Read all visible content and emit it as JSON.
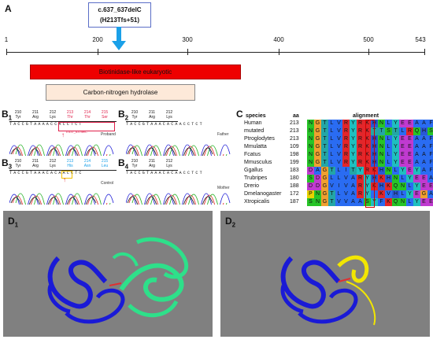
{
  "panels": {
    "a": "A",
    "b1": "B",
    "b1_sub": "1",
    "b2": "B",
    "b2_sub": "2",
    "b3": "B",
    "b3_sub": "3",
    "b4": "B",
    "b4_sub": "4",
    "c": "C",
    "d1": "D",
    "d1_sub": "1",
    "d2": "D",
    "d2_sub": "2"
  },
  "axis": {
    "ticks": [
      "1",
      "200",
      "300",
      "400",
      "500",
      "543"
    ]
  },
  "mutation": {
    "line1": "c.637_637delC",
    "line2": "(H213Tfs+51)"
  },
  "domains": {
    "biotinidase": "Biotinidase-like eukaryotic",
    "carbon_nitrogen": "Carbon-nitrogen hydrolase"
  },
  "colors": {
    "arrow": "#1aa0e8",
    "domain1": "#ee0000",
    "domain2": "#fde9d9",
    "protein_bg": "#808080",
    "protein_blue": "#1a1ad6",
    "protein_green": "#2ee08a",
    "protein_yellow": "#f2e600"
  },
  "chromatograms": {
    "b1": {
      "codons": [
        {
          "num": "210",
          "aa": "Tyr"
        },
        {
          "num": "211",
          "aa": "Arg"
        },
        {
          "num": "212",
          "aa": "Lys"
        },
        {
          "num": "213",
          "aa": "Thr"
        },
        {
          "num": "214",
          "aa": "Thr"
        },
        {
          "num": "215",
          "aa": "Ser"
        }
      ],
      "seq": "TACCGTAAAACCACCTCT",
      "mut_note": "c.637_637delC",
      "label": "Proband"
    },
    "b2": {
      "codons": [
        {
          "num": "210",
          "aa": "Tyr"
        },
        {
          "num": "211",
          "aa": "Arg"
        },
        {
          "num": "212",
          "aa": "Lys"
        }
      ],
      "seq": "TACCGTAAACACAACCTCT",
      "label": "Father"
    },
    "b3": {
      "codons": [
        {
          "num": "210",
          "aa": "Tyr"
        },
        {
          "num": "211",
          "aa": "Arg"
        },
        {
          "num": "212",
          "aa": "Lys"
        },
        {
          "num": "213",
          "aa": "His"
        },
        {
          "num": "214",
          "aa": "Asn"
        },
        {
          "num": "215",
          "aa": "Leu"
        }
      ],
      "seq": "TACCGTAAACACAACCTC",
      "label": "Control"
    },
    "b4": {
      "codons": [
        {
          "num": "210",
          "aa": "Tyr"
        },
        {
          "num": "211",
          "aa": "Arg"
        },
        {
          "num": "212",
          "aa": "Lys"
        }
      ],
      "seq": "TACCGTAAACACAACCTCT",
      "label": "Mother"
    }
  },
  "alignment": {
    "header_species": "species",
    "header_aa": "aa",
    "header_alignment": "alignment",
    "rows": [
      {
        "species": "Human",
        "num": "213",
        "seq": "NGTLVRYRKHNLYEEAAFDP"
      },
      {
        "species": "mutated",
        "num": "213",
        "seq": "NGTLVRYRKTTSTLRQHSMFL"
      },
      {
        "species": "Ptroglodytes",
        "num": "213",
        "seq": "NGTLVRYRKHNLYEEAAFDP"
      },
      {
        "species": "Mmulatta",
        "num": "109",
        "seq": "NGTLVRYRKHNLYEEAAFDP"
      },
      {
        "species": "Fcatus",
        "num": "198",
        "seq": "NGTLVRYRKHNLYEEAAFDP"
      },
      {
        "species": "Mmusculus",
        "num": "199",
        "seq": "NGTLVRYRKHNLYEEAAFDP"
      },
      {
        "species": "Ggallus",
        "num": "183",
        "seq": "DAGTLITYRKHNLYEYAFDTP"
      },
      {
        "species": "Trubripes",
        "num": "180",
        "seq": "SDGLLVARYHKHNLYEEAAFDAP"
      },
      {
        "species": "Drerio",
        "num": "188",
        "seq": "DDGVIVARYKHKQNLYEEAAGDTP"
      },
      {
        "species": "Dmelanogaster",
        "num": "172",
        "seq": "PNGTLVARYIKVHLYEGAEKNSTF"
      },
      {
        "species": "Xtropicalis",
        "num": "187",
        "seq": "SNGTVVAASYFKQNLYEEYGFDIP"
      }
    ]
  }
}
